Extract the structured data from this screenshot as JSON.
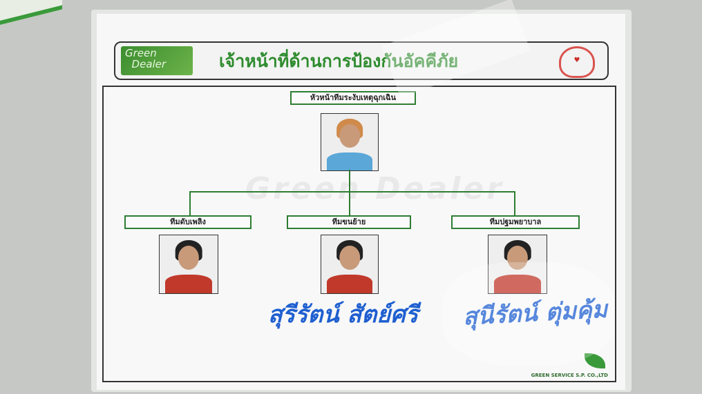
{
  "poster": {
    "logo_text": "Green Dealer",
    "title": "เจ้าหน้าที่ด้านการป้องกันอัคคีภัย",
    "watermark": "Green Dealer",
    "footer": "GREEN SERVICE S.P. CO.,LTD",
    "chart": {
      "leader_role": "หัวหน้าทีมระงับเหตุฉุกเฉิน",
      "teams": [
        {
          "role": "ทีมดับเพลิง"
        },
        {
          "role": "ทีมขนย้าย",
          "handwritten_name": "สุรีรัตน์ สัตย์ศรี"
        },
        {
          "role": "ทีมปฐมพยาบาล",
          "handwritten_name": "สุนีรัตน์ ตุ่มคุ้ม"
        }
      ]
    }
  },
  "colors": {
    "green": "#2e8b2e",
    "marker_blue": "#1f5fd0",
    "wall": "#c6c8c5"
  }
}
